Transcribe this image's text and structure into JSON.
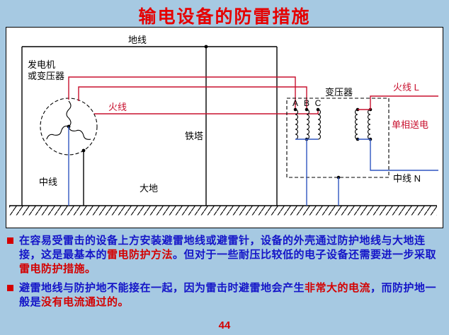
{
  "slide": {
    "title": "输电设备的防雷措施",
    "page_number": "44"
  },
  "colors": {
    "background": "#a6c9e2",
    "title_red": "#e60000",
    "text_blue": "#1414c8",
    "text_red": "#d40000",
    "wire_black": "#000000",
    "wire_red": "#c8102e",
    "wire_blue": "#2f55c0"
  },
  "diagram": {
    "labels": {
      "ground_wire": "地线",
      "generator_line1": "发电机",
      "generator_line2": "或变压器",
      "live_wire": "火线",
      "tower": "铁塔",
      "earth": "大地",
      "neutral_left": "中线",
      "phase_a": "A",
      "phase_b": "B",
      "phase_c": "C",
      "transformer": "变压器",
      "live_out": "火线  L",
      "single_phase": "单相送电",
      "neutral_out": "中线  N"
    }
  },
  "bullets": [
    {
      "segments": [
        {
          "text": "在容易受雷击的设备上方安装避雷地线或避雷针，设备的外壳通过防护地线与大地连接，这是最基本的",
          "color": "#1414c8"
        },
        {
          "text": "雷电防护方法",
          "color": "#d40000"
        },
        {
          "text": "。但对于一些耐压比较低的电子设备还需要进一步采取",
          "color": "#1414c8"
        },
        {
          "text": "雷电防护措施。",
          "color": "#d40000"
        }
      ]
    },
    {
      "segments": [
        {
          "text": "避雷地线与防护地不能接在一起，因为雷击时避雷地会产生",
          "color": "#1414c8"
        },
        {
          "text": "非常大的电流",
          "color": "#d40000"
        },
        {
          "text": "，而防护地一般是",
          "color": "#1414c8"
        },
        {
          "text": "没有电流通过的。",
          "color": "#d40000"
        }
      ]
    }
  ]
}
